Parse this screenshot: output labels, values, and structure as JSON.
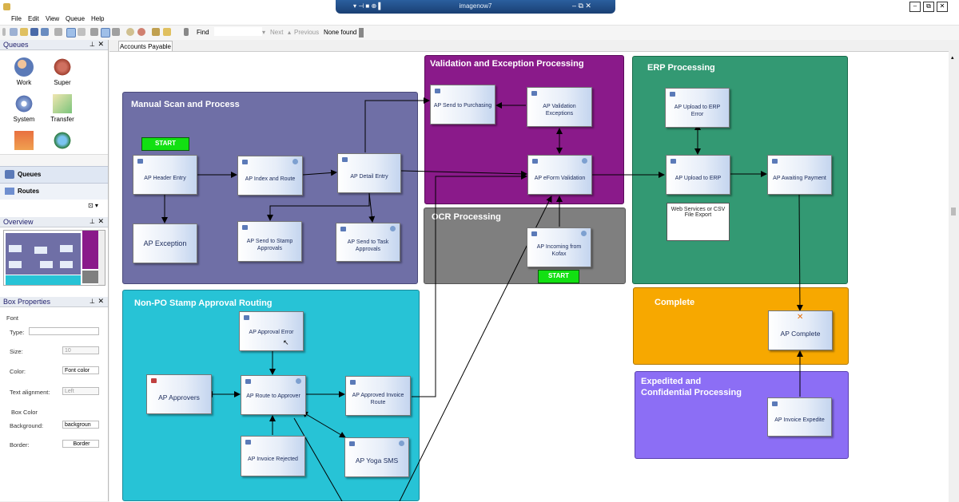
{
  "window": {
    "title": "imagenow7"
  },
  "menu": [
    "File",
    "Edit",
    "View",
    "Queue",
    "Help"
  ],
  "toolbar": {
    "find_label": "Find",
    "next_label": "Next",
    "previous_label": "Previous",
    "status": "None found"
  },
  "queues_panel": {
    "title": "Queues",
    "items": [
      "Work",
      "Super",
      "System",
      "Transfer"
    ],
    "nav": [
      "Queues",
      "Routes"
    ]
  },
  "overview_panel": {
    "title": "Overview"
  },
  "box_properties": {
    "title": "Box Properties",
    "font_section": "Font",
    "type_label": "Type:",
    "size_label": "Size:",
    "size_value": "10",
    "color_label": "Color:",
    "color_value": "Font color",
    "align_label": "Text alignment:",
    "align_value": "Left",
    "box_color_section": "Box Color",
    "background_label": "Background:",
    "background_value": "backgroun",
    "border_label": "Border:",
    "border_value": "Border"
  },
  "tab": {
    "label": "Accounts Payable"
  },
  "regions": {
    "manual": "Manual Scan and Process",
    "validation": "Validation and Exception Processing",
    "erp": "ERP Processing",
    "ocr": "OCR Processing",
    "nonpo": "Non-PO Stamp Approval Routing",
    "complete": "Complete",
    "expedited": "Expedited and\nConfidential Processing"
  },
  "colors": {
    "manual": "#6f6fa6",
    "validation": "#8a1a8a",
    "erp": "#339973",
    "ocr": "#7f7f7f",
    "nonpo": "#27c3d6",
    "complete": "#f7a800",
    "expedited": "#8c6ef5"
  },
  "boxes": {
    "header_entry": "AP Header Entry",
    "index_route": "AP Index and Route",
    "detail_entry": "AP Detail Entry",
    "exception": "AP Exception",
    "send_stamp": "AP Send to Stamp Approvals",
    "send_task": "AP Send to Task Approvals",
    "send_purchasing": "AP Send to Purchasing",
    "validation_exceptions": "AP Validation Exceptions",
    "eform_validation": "AP eForm Validation",
    "incoming_kofax": "AP Incoming from Kofax",
    "upload_erp_error": "AP Upload to ERP Error",
    "upload_erp": "AP Upload to ERP",
    "awaiting_payment": "AP Awaiting Payment",
    "web_services_note": "Web Services or CSV File Export",
    "ap_complete": "AP Complete",
    "invoice_expedite": "AP Invoice Expedite",
    "approval_error": "AP Approval Error",
    "approvers": "AP Approvers",
    "route_approver": "AP Route to Approver",
    "approved_invoice_route": "AP Approved Invoice Route",
    "invoice_rejected": "AP Invoice Rejected",
    "yoga_sms": "AP Yoga SMS"
  },
  "start_labels": {
    "manual": "START",
    "ocr": "START"
  }
}
